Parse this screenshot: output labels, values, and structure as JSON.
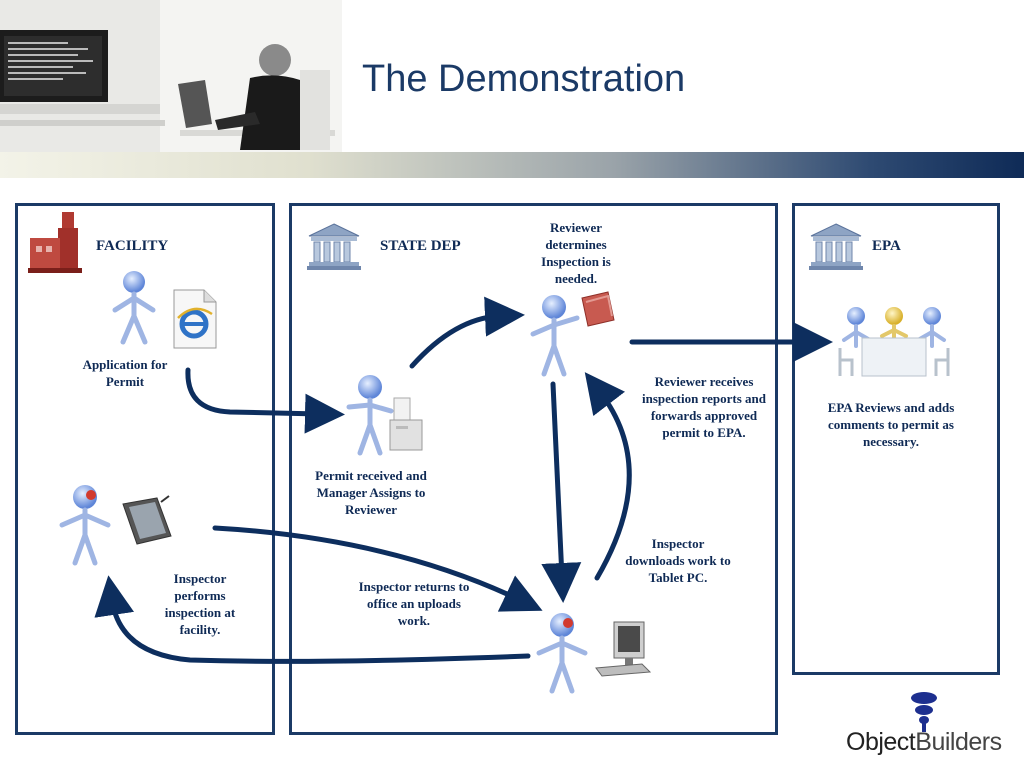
{
  "title": "The Demonstration",
  "panels": {
    "facility": "FACILITY",
    "state": "STATE DEP",
    "epa": "EPA"
  },
  "labels": {
    "application": "Application for Permit",
    "permit_received": "Permit received and Manager Assigns to Reviewer",
    "reviewer_determines": "Reviewer determines Inspection is needed.",
    "reviewer_receives": "Reviewer receives inspection reports and forwards approved permit to EPA.",
    "epa_reviews": "EPA Reviews and adds comments to permit as necessary.",
    "inspector_downloads": "Inspector downloads work to Tablet PC.",
    "inspector_returns": "Inspector returns to office an uploads work.",
    "inspector_performs": "Inspector performs inspection at facility."
  },
  "logo": {
    "part1": "Object",
    "part2": "Builders"
  },
  "colors": {
    "title": "#1b3a66",
    "arrow": "#0d2e5e",
    "text": "#0f2a55"
  }
}
